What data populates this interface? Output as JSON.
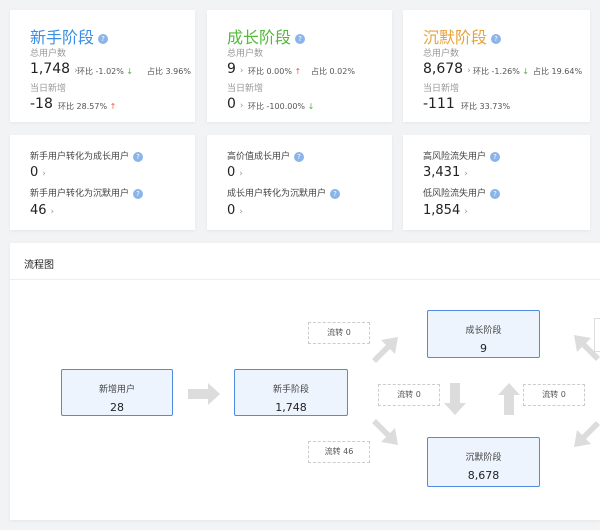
{
  "stages": [
    {
      "title": "新手阶段",
      "color": "#3a8ee6",
      "total_label": "总用户数",
      "total_value": "1,748",
      "total_mom_label": "环比",
      "total_mom_value": "-1.02%",
      "total_share_label": "占比",
      "total_share_value": "3.96%",
      "new_label": "当日新增",
      "new_value": "-18",
      "new_mom_label": "环比",
      "new_mom_value": "28.57%"
    },
    {
      "title": "成长阶段",
      "color": "#55b93c",
      "total_label": "总用户数",
      "total_value": "9",
      "total_mom_label": "环比",
      "total_mom_value": "0.00%",
      "total_share_label": "占比",
      "total_share_value": "0.02%",
      "new_label": "当日新增",
      "new_value": "0",
      "new_mom_label": "环比",
      "new_mom_value": "-100.00%"
    },
    {
      "title": "沉默阶段",
      "color": "#e8a33a",
      "total_label": "总用户数",
      "total_value": "8,678",
      "total_mom_label": "环比",
      "total_mom_value": "-1.26%",
      "total_share_label": "占比",
      "total_share_value": "19.64%",
      "new_label": "当日新增",
      "new_value": "-111",
      "new_mom_label": "环比",
      "new_mom_value": "33.73%"
    }
  ],
  "conversions": [
    {
      "a_label": "新手用户转化为成长用户",
      "a_value": "0",
      "b_label": "新手用户转化为沉默用户",
      "b_value": "46"
    },
    {
      "a_label": "高价值成长用户",
      "a_value": "0",
      "b_label": "成长用户转化为沉默用户",
      "b_value": "0"
    },
    {
      "a_label": "高风险流失用户",
      "a_value": "3,431",
      "b_label": "低风险流失用户",
      "b_value": "1,854"
    }
  ],
  "flowchart": {
    "title": "流程图",
    "nodes": {
      "new_users": {
        "label": "新增用户",
        "value": "28"
      },
      "novice": {
        "label": "新手阶段",
        "value": "1,748"
      },
      "growth": {
        "label": "成长阶段",
        "value": "9"
      },
      "silent": {
        "label": "沉默阶段",
        "value": "8,678"
      }
    },
    "flows": {
      "to_growth": "流转 0",
      "to_silent": "流转 46",
      "growth_to_silent": "流转 0",
      "silent_to_growth": "流转 0"
    }
  },
  "icons": {
    "help": "question-circle-icon",
    "more": "chevron-right-icon",
    "up": "arrow-up-icon",
    "down": "arrow-down-icon"
  },
  "help_glyph": "?",
  "chev_glyph": "›",
  "up_glyph": "↑",
  "down_glyph": "↓"
}
